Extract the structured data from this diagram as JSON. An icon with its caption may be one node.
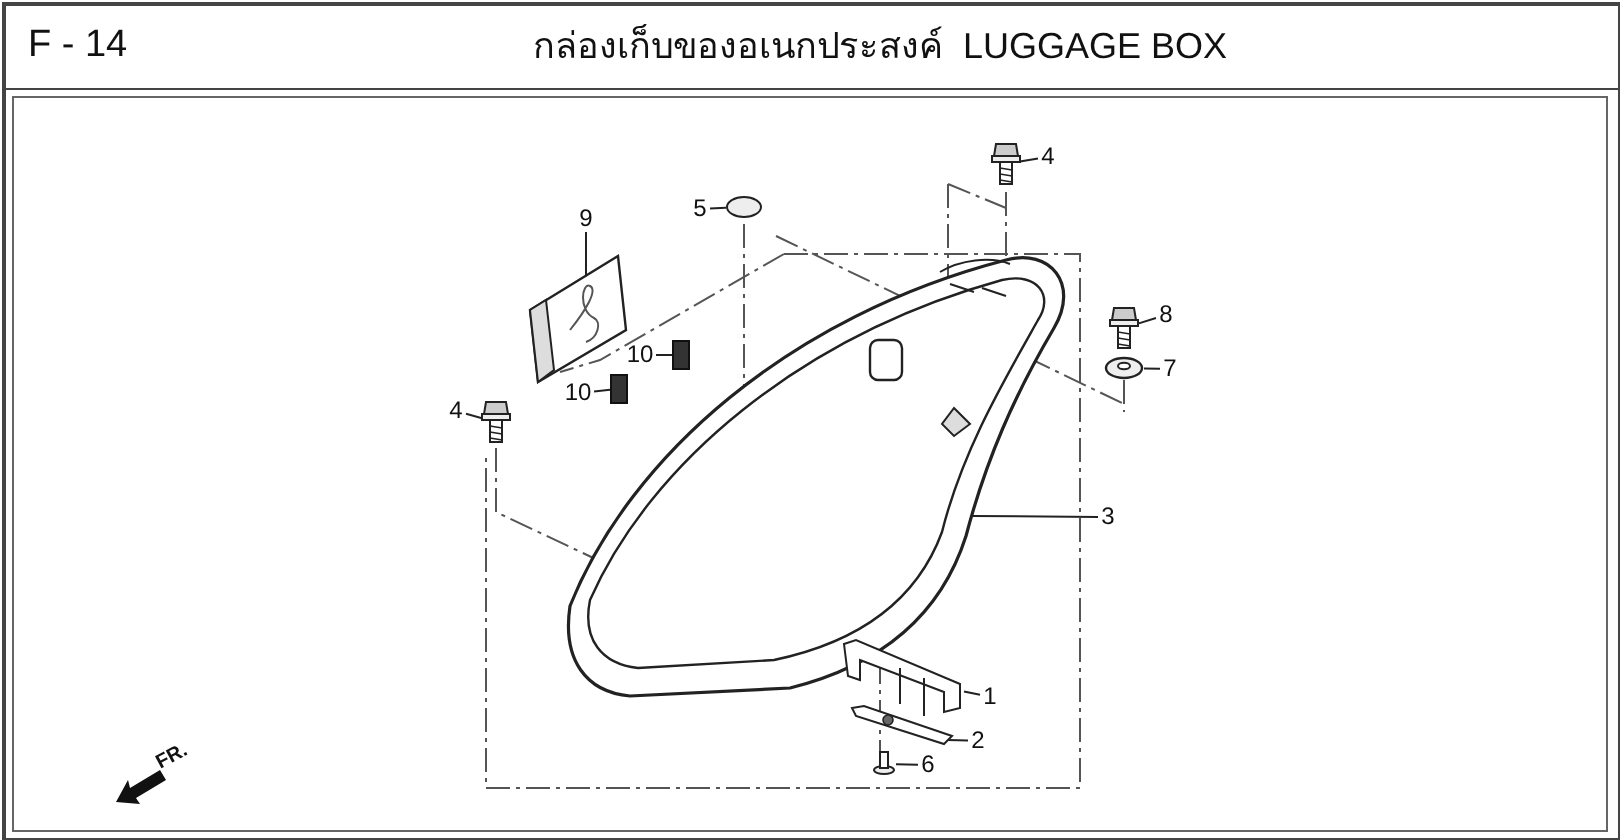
{
  "diagram": {
    "title": "กล่องเก็บของอเนกประสงค์  LUGGAGE BOX",
    "nodes": [
      {
        "text": [
          "9"
        ]
      },
      {
        "text": [],
        "shape": "picture"
      },
      {
        "text": [
          "5"
        ]
      },
      {
        "text": [],
        "shape": "circle"
      },
      {
        "text": [
          "4"
        ]
      },
      {
        "text": [],
        "shape": "picture"
      },
      {
        "text": [
          "8"
        ]
      },
      {
        "text": [],
        "shape": "picture"
      },
      {
        "text": [
          "7"
        ]
      },
      {
        "text": [],
        "shape": "picture"
      },
      {
        "text": [
          "10"
        ]
      },
      {
        "text": [],
        "shape": "box"
      },
      {
        "text": [
          "10"
        ]
      },
      {
        "text": [],
        "shape": "box"
      },
      {
        "text": [
          "4"
        ]
      },
      {
        "text": [],
        "shape": "picture"
      },
      {
        "text": [
          "3"
        ]
      },
      {
        "text": [],
        "shape": "picture"
      },
      {
        "text": [
          "1"
        ]
      },
      {
        "text": [],
        "shape": "picture"
      },
      {
        "text": [
          "2"
        ]
      },
      {
        "text": [],
        "shape": "picture"
      },
      {
        "text": [
          "6"
        ]
      },
      {
        "text": [],
        "shape": "picture"
      }
    ],
    "edges": [
      {
        "from": 0,
        "to": 1,
        "arrow": "none"
      },
      {
        "from": 2,
        "to": 3,
        "arrow": "none"
      },
      {
        "from": 4,
        "to": 5,
        "arrow": "none"
      },
      {
        "from": 6,
        "to": 7,
        "arrow": "none"
      },
      {
        "from": 8,
        "to": 9,
        "arrow": "none"
      },
      {
        "from": 10,
        "to": 11,
        "arrow": "none"
      },
      {
        "from": 12,
        "to": 13,
        "arrow": "none"
      },
      {
        "from": 14,
        "to": 15,
        "arrow": "none"
      },
      {
        "from": 16,
        "to": 17,
        "arrow": "none"
      },
      {
        "from": 18,
        "to": 19,
        "arrow": "none"
      },
      {
        "from": 20,
        "to": 21,
        "arrow": "none"
      },
      {
        "from": 22,
        "to": 23,
        "arrow": "none"
      }
    ],
    "labels": [
      "F - 14",
      "FR."
    ]
  }
}
